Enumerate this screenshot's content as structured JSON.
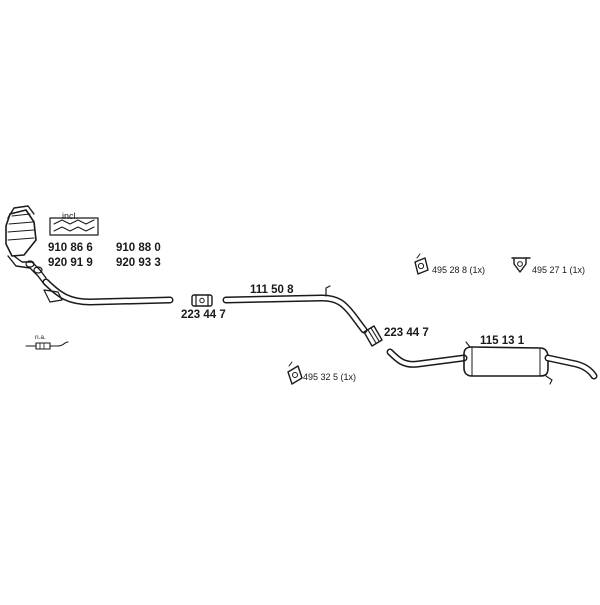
{
  "diagram": {
    "catalytic_converter": {
      "kit_label": "incl.",
      "part_numbers": [
        "910 86 6",
        "910 88 0",
        "920 91 9",
        "920 93 3"
      ]
    },
    "clamps": [
      "223 44 7",
      "223 44 7"
    ],
    "middle_pipe": "111 50 8",
    "rear_silencer": "115 13 1",
    "lambda_sensor_note": "n.a.",
    "rubber_mounts": [
      "495 28 8 (1x)",
      "495 27 1 (1x)",
      "495 32 5 (1x)"
    ],
    "line_color": "#1a1a1a"
  }
}
